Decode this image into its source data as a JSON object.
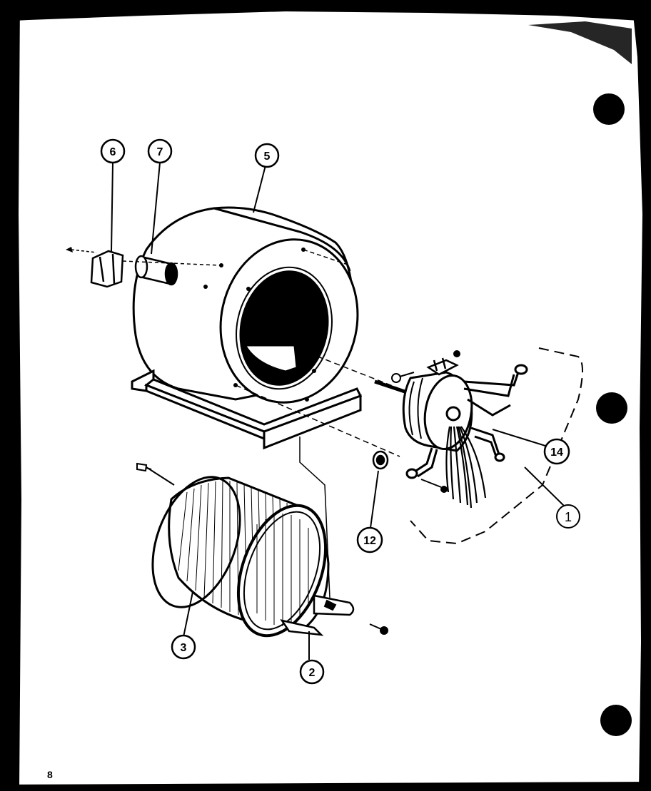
{
  "diagram": {
    "callouts": [
      {
        "id": "c1",
        "label": "1"
      },
      {
        "id": "c2",
        "label": "2"
      },
      {
        "id": "c3",
        "label": "3"
      },
      {
        "id": "c5",
        "label": "5"
      },
      {
        "id": "c6",
        "label": "6"
      },
      {
        "id": "c7",
        "label": "7"
      },
      {
        "id": "c12",
        "label": "12"
      },
      {
        "id": "c14",
        "label": "14"
      }
    ],
    "parts": [
      "blower-housing",
      "blower-wheel",
      "motor",
      "motor-mount",
      "mounting-bracket",
      "capacitor",
      "capacitor-clamp",
      "grommet",
      "screws",
      "wire-leads"
    ]
  },
  "page": {
    "number": "8"
  },
  "colors": {
    "ink": "#000000",
    "paper": "#ffffff"
  }
}
